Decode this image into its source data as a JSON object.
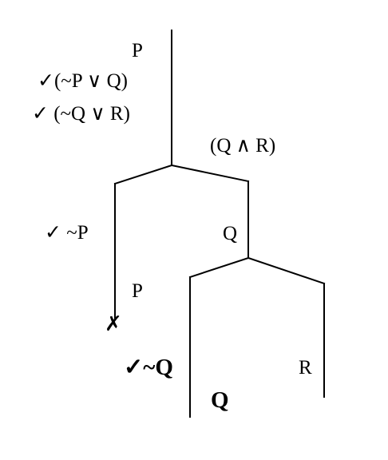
{
  "tree": {
    "trunk": {
      "premise_1": "P",
      "premise_2": "✓(~P ∨ Q)",
      "premise_3": "✓ (~Q ∨ R)",
      "premise_4": "(Q ∧ R)"
    },
    "left_branch": {
      "node_1": "✓ ~P",
      "node_2": "P",
      "closed_mark": "✗"
    },
    "right_branch": {
      "node_1": "Q",
      "left_sub_branch": {
        "node_1": "✓~Q",
        "node_2": "Q"
      },
      "right_sub_branch": {
        "node_1": "R"
      }
    }
  }
}
